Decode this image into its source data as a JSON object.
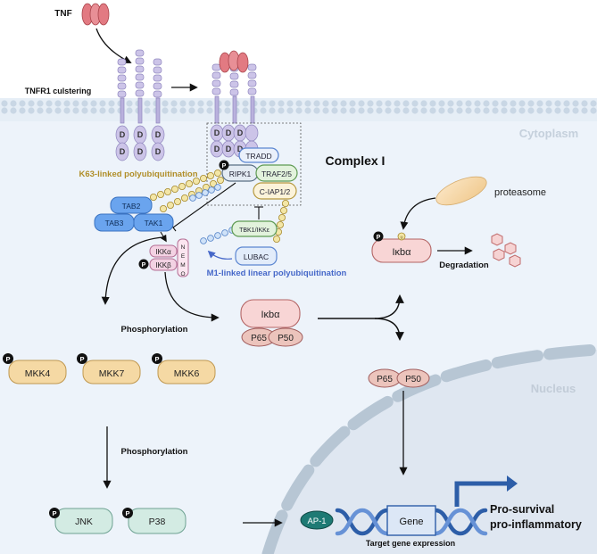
{
  "ligand": {
    "label": "TNF"
  },
  "receptor": {
    "clustering_label": "TNFR1 culstering",
    "death_domain": "D"
  },
  "compartments": {
    "cytoplasm": "Cytoplasm",
    "nucleus": "Nucleus"
  },
  "complex": {
    "title": "Complex I",
    "tradd": "TRADD",
    "ripk1": "RIPK1",
    "traf": "TRAF2/5",
    "ciap": "C-IAP1/2",
    "tbk1": "TBK1/IKKε",
    "lubac": "LUBAC"
  },
  "ubiquitination": {
    "k63_label": "K63-linked polyubiquitination",
    "m1_label": "M1-linked linear polyubiquitination"
  },
  "tak_complex": {
    "tab2": "TAB2",
    "tab3": "TAB3",
    "tak1": "TAK1"
  },
  "ikk_complex": {
    "ikka": "IKKα",
    "ikkb": "IKKβ",
    "nemo": [
      "N",
      "E",
      "M",
      "O"
    ]
  },
  "phospho_symbol": "P",
  "ubiquitin_symbol": "u",
  "nfkb": {
    "ikba": "Iκbα",
    "p65": "P65",
    "p50": "P50"
  },
  "proteasome": {
    "label": "proteasome",
    "degradation_label": "Degradation",
    "ikba": "Iκbα"
  },
  "mapk_pathway": {
    "phosphorylation_1": "Phosphorylation",
    "phosphorylation_2": "Phosphorylation",
    "kinases": [
      "MKK4",
      "MKK7",
      "MKK6"
    ],
    "mapks": [
      "JNK",
      "P38"
    ]
  },
  "nucleus_content": {
    "ap1": "AP-1",
    "gene": "Gene",
    "target_label": "Target gene expression",
    "outcome_line1": "Pro-survival",
    "outcome_line2": "pro-inflammatory"
  },
  "colors": {
    "membrane": "#dfe9f3",
    "cytoplasm_bg": "#edf3fa",
    "nucleus_bg": "#e0e8f2",
    "nucleus_envelope": "#b7c6d4",
    "receptor": "#c9c3e7",
    "tnf": "#e27a82",
    "k63_text": "#b08e28",
    "m1_text": "#4668c9",
    "tak_blue": "#6aa4ee",
    "ikk_pink": "#f3d2e3",
    "nfkb_pink": "#f4c9c9",
    "kinase_orange": "#f5d9a4",
    "mapk_green": "#d3ebe3",
    "ap1_teal": "#1e7a74",
    "arrow_blue": "#2d5ea8"
  }
}
